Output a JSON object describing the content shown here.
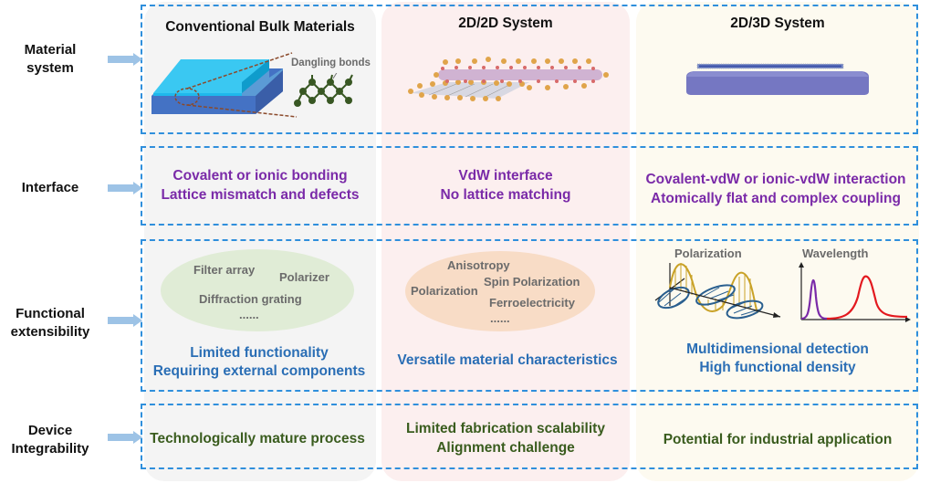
{
  "columns": {
    "conventional": {
      "title": "Conventional Bulk Materials",
      "bg": "#f4f4f4"
    },
    "twod_twod": {
      "title": "2D/2D System",
      "bg": "#fcefef"
    },
    "twod_threed": {
      "title": "2D/3D System",
      "bg": "#fdfaf0"
    }
  },
  "rows": {
    "material": {
      "label_line1": "Material",
      "label_line2": "system"
    },
    "interface": {
      "label": "Interface"
    },
    "functional": {
      "label_line1": "Functional",
      "label_line2": "extensibility"
    },
    "device": {
      "label_line1": "Device",
      "label_line2": "Integrability"
    }
  },
  "material_system": {
    "conventional_annotation": "Dangling bonds"
  },
  "interface": {
    "conventional": [
      "Covalent or ionic bonding",
      "Lattice mismatch and defects"
    ],
    "twod_twod": [
      "VdW interface",
      "No lattice matching"
    ],
    "twod_threed": [
      "Covalent-vdW or ionic-vdW interaction",
      "Atomically flat and complex coupling"
    ]
  },
  "functional": {
    "conventional": {
      "bubble": [
        "Filter array",
        "Polarizer",
        "Diffraction grating",
        "......"
      ],
      "summary": [
        "Limited functionality",
        "Requiring external components"
      ]
    },
    "twod_twod": {
      "bubble": [
        "Anisotropy",
        "Spin Polarization",
        "Polarization",
        "Ferroelectricity",
        "......"
      ],
      "summary": [
        "Versatile material characteristics"
      ]
    },
    "twod_threed": {
      "panel_labels": [
        "Polarization",
        "Wavelength"
      ],
      "summary": [
        "Multidimensional detection",
        "High functional density"
      ]
    }
  },
  "device": {
    "conventional": [
      "Technologically mature process"
    ],
    "twod_twod": [
      "Limited fabrication scalability",
      "Alignment challenge"
    ],
    "twod_threed": [
      "Potential for industrial application"
    ]
  },
  "colors": {
    "dashed_border": "#2f8fdc",
    "arrow": "#9dc3e6",
    "interface_text": "#7a2aa8",
    "functional_text": "#2a6eb5",
    "device_text": "#3a5c1e"
  }
}
